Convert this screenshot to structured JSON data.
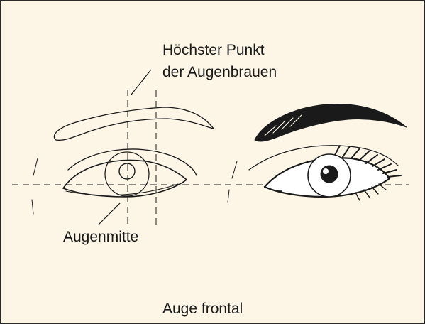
{
  "figure": {
    "background": "#fdf6e6",
    "ink": "#1a1a1a",
    "labels": {
      "highest_point_line1": "Höchster Punkt",
      "highest_point_line2": "der Augenbrauen",
      "eye_center": "Augenmitte",
      "caption": "Auge frontal"
    }
  }
}
